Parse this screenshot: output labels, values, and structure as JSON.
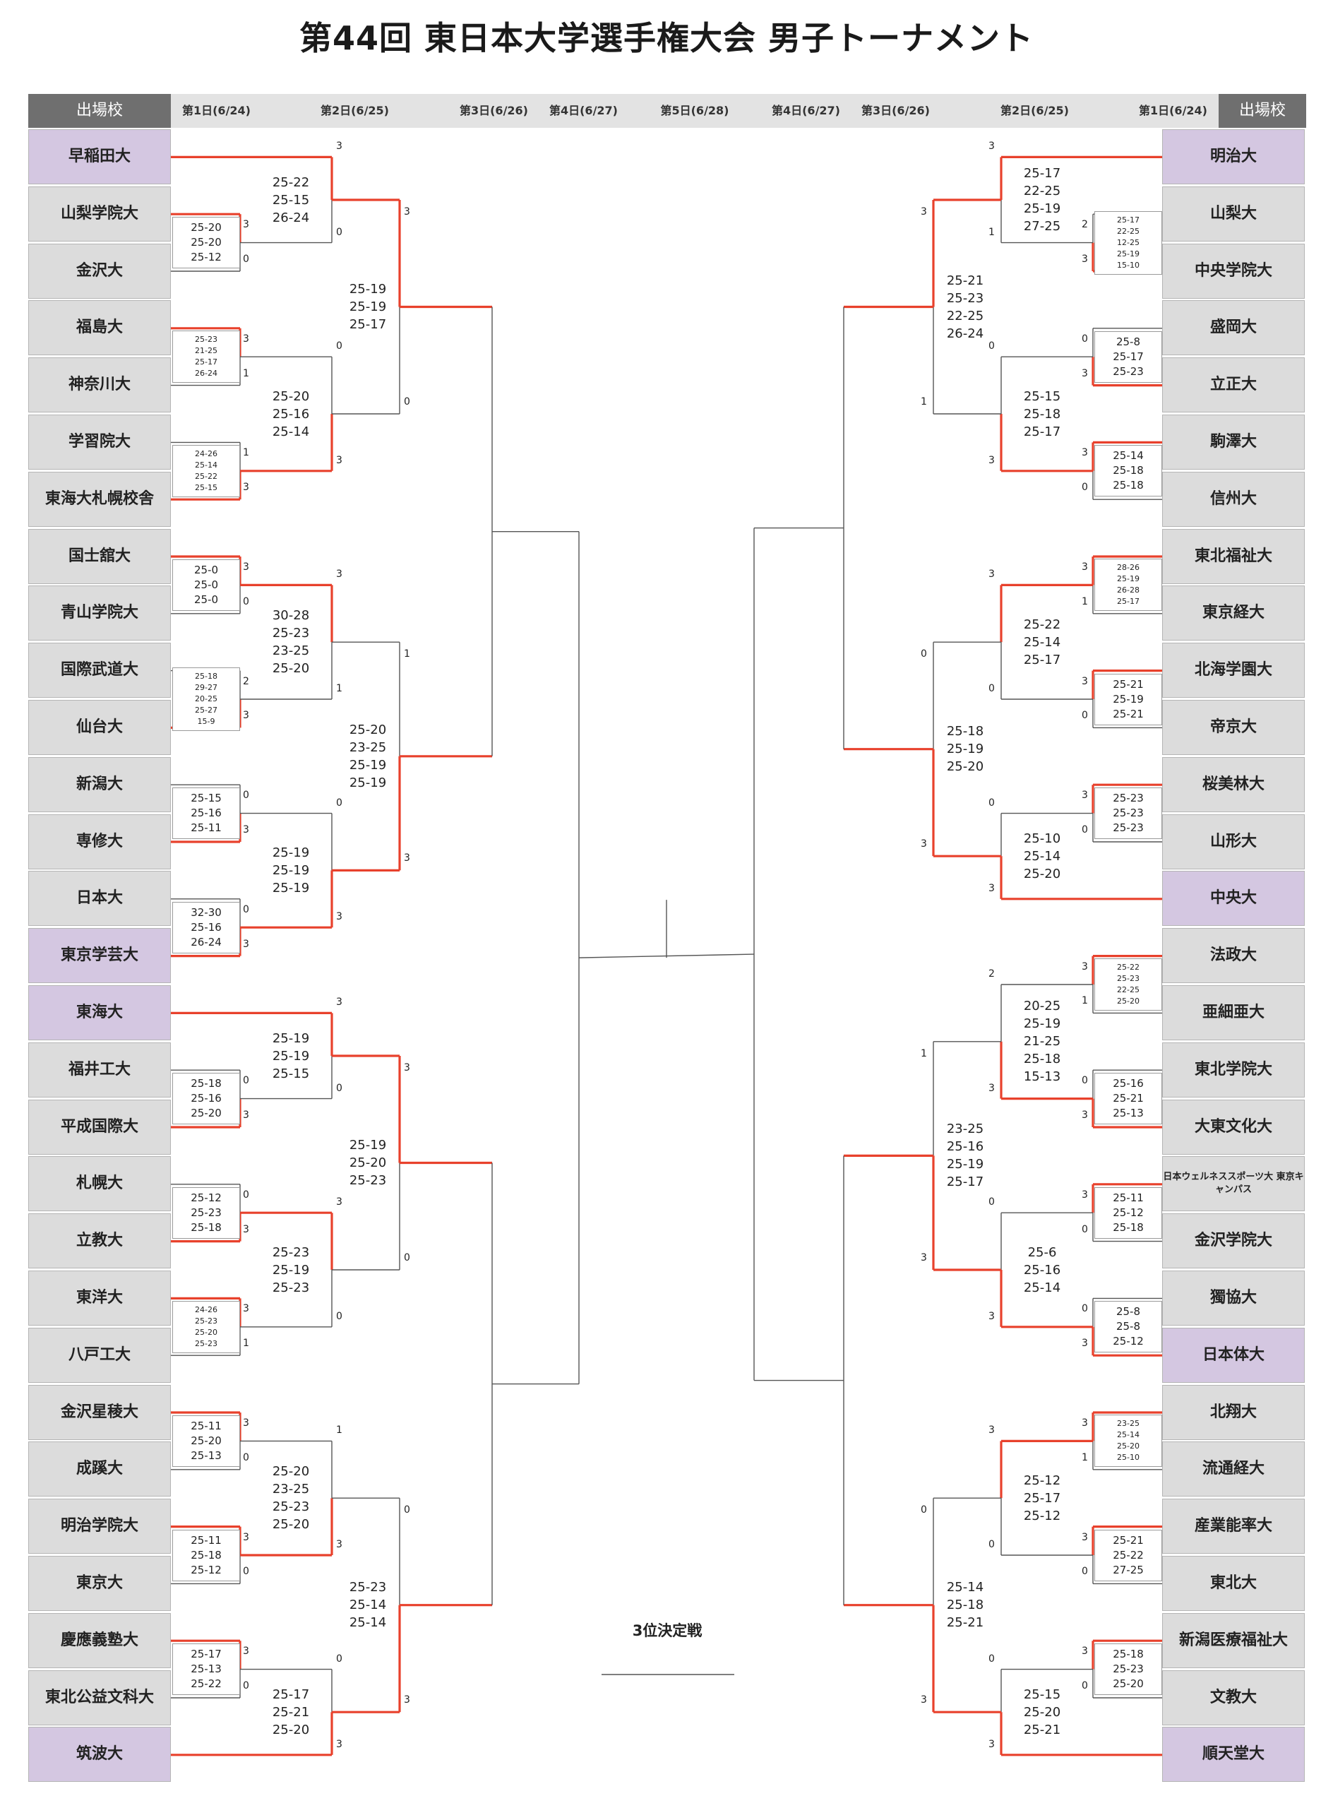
{
  "title": "第44回 東日本大学選手権大会 男子トーナメント",
  "header": {
    "school_label": "出場校",
    "left_rounds": [
      "第1日(6/24)",
      "第2日(6/25)",
      "第3日(6/26)",
      "第4日(6/27)"
    ],
    "center_round": "第5日(6/28)",
    "right_rounds": [
      "第4日(6/27)",
      "第3日(6/26)",
      "第2日(6/25)",
      "第1日(6/24)"
    ]
  },
  "third_place_label": "3位決定戦",
  "colors": {
    "bracket_win": "#e8412c",
    "bracket_line": "#555555",
    "seed_bg": "#d4c7e1",
    "team_bg": "#dcdcdc",
    "header_school_bg": "#6f6f6f"
  },
  "left_teams": [
    {
      "name": "早稲田大",
      "seed": true
    },
    {
      "name": "山梨学院大"
    },
    {
      "name": "金沢大"
    },
    {
      "name": "福島大"
    },
    {
      "name": "神奈川大"
    },
    {
      "name": "学習院大"
    },
    {
      "name": "東海大札幌校舎"
    },
    {
      "name": "国士舘大"
    },
    {
      "name": "青山学院大"
    },
    {
      "name": "国際武道大"
    },
    {
      "name": "仙台大"
    },
    {
      "name": "新潟大"
    },
    {
      "name": "専修大"
    },
    {
      "name": "日本大"
    },
    {
      "name": "東京学芸大",
      "seed": true
    },
    {
      "name": "東海大",
      "seed": true
    },
    {
      "name": "福井工大"
    },
    {
      "name": "平成国際大"
    },
    {
      "name": "札幌大"
    },
    {
      "name": "立教大"
    },
    {
      "name": "東洋大"
    },
    {
      "name": "八戸工大"
    },
    {
      "name": "金沢星稜大"
    },
    {
      "name": "成蹊大"
    },
    {
      "name": "明治学院大"
    },
    {
      "name": "東京大"
    },
    {
      "name": "慶應義塾大"
    },
    {
      "name": "東北公益文科大"
    },
    {
      "name": "筑波大",
      "seed": true
    }
  ],
  "right_teams": [
    {
      "name": "明治大",
      "seed": true
    },
    {
      "name": "山梨大"
    },
    {
      "name": "中央学院大"
    },
    {
      "name": "盛岡大"
    },
    {
      "name": "立正大"
    },
    {
      "name": "駒澤大"
    },
    {
      "name": "信州大"
    },
    {
      "name": "東北福祉大"
    },
    {
      "name": "東京経大"
    },
    {
      "name": "北海学園大"
    },
    {
      "name": "帝京大"
    },
    {
      "name": "桜美林大"
    },
    {
      "name": "山形大"
    },
    {
      "name": "中央大",
      "seed": true
    },
    {
      "name": "法政大"
    },
    {
      "name": "亜細亜大"
    },
    {
      "name": "東北学院大"
    },
    {
      "name": "大東文化大"
    },
    {
      "name": "日本ウェルネススポーツ大 東京キャンパス",
      "small": true
    },
    {
      "name": "金沢学院大"
    },
    {
      "name": "獨協大"
    },
    {
      "name": "日本体大",
      "seed": true
    },
    {
      "name": "北翔大"
    },
    {
      "name": "流通経大"
    },
    {
      "name": "産業能率大"
    },
    {
      "name": "東北大"
    },
    {
      "name": "新潟医療福祉大"
    },
    {
      "name": "文教大"
    },
    {
      "name": "順天堂大",
      "seed": true
    }
  ],
  "left_r1": [
    {
      "slot": 1,
      "scores": [
        "25-20",
        "25-20",
        "25-12"
      ],
      "sets": [
        "3",
        "0"
      ]
    },
    {
      "slot": 3,
      "scores": [
        "25-23",
        "21-25",
        "25-17",
        "26-24"
      ],
      "sets": [
        "3",
        "1"
      ]
    },
    {
      "slot": 5,
      "scores": [
        "24-26",
        "25-14",
        "25-22",
        "25-15"
      ],
      "sets": [
        "1",
        "3"
      ]
    },
    {
      "slot": 7,
      "scores": [
        "25-0",
        "25-0",
        "25-0"
      ],
      "sets": [
        "3",
        "0"
      ]
    },
    {
      "slot": 9,
      "scores": [
        "25-18",
        "29-27",
        "20-25",
        "25-27",
        "15-9"
      ],
      "sets": [
        "2",
        "3"
      ]
    },
    {
      "slot": 11,
      "scores": [
        "25-15",
        "25-16",
        "25-11"
      ],
      "sets": [
        "0",
        "3"
      ]
    },
    {
      "slot": 13,
      "scores": [
        "32-30",
        "25-16",
        "26-24"
      ],
      "sets": [
        "0",
        "3"
      ]
    },
    {
      "slot": 16,
      "scores": [
        "25-18",
        "25-16",
        "25-20"
      ],
      "sets": [
        "0",
        "3"
      ]
    },
    {
      "slot": 18,
      "scores": [
        "25-12",
        "25-23",
        "25-18"
      ],
      "sets": [
        "0",
        "3"
      ]
    },
    {
      "slot": 20,
      "scores": [
        "24-26",
        "25-23",
        "25-20",
        "25-23"
      ],
      "sets": [
        "3",
        "1"
      ]
    },
    {
      "slot": 22,
      "scores": [
        "25-11",
        "25-20",
        "25-13"
      ],
      "sets": [
        "3",
        "0"
      ]
    },
    {
      "slot": 24,
      "scores": [
        "25-11",
        "25-18",
        "25-12"
      ],
      "sets": [
        "3",
        "0"
      ]
    },
    {
      "slot": 26,
      "scores": [
        "25-17",
        "25-13",
        "25-22"
      ],
      "sets": [
        "3",
        "0"
      ]
    }
  ],
  "left_r2": [
    {
      "scores": [
        "25-22",
        "25-15",
        "26-24"
      ],
      "sets": [
        "3",
        "0"
      ]
    },
    {
      "scores": [
        "25-20",
        "25-16",
        "25-14"
      ],
      "sets": [
        "0",
        "3"
      ]
    },
    {
      "scores": [
        "30-28",
        "25-23",
        "23-25",
        "25-20"
      ],
      "sets": [
        "3",
        "1"
      ]
    },
    {
      "scores": [
        "25-19",
        "25-19",
        "25-19"
      ],
      "sets": [
        "0",
        "3"
      ]
    },
    {
      "scores": [
        "25-19",
        "25-19",
        "25-15"
      ],
      "sets": [
        "3",
        "0"
      ]
    },
    {
      "scores": [
        "25-23",
        "25-19",
        "25-23"
      ],
      "sets": [
        "3",
        "0"
      ]
    },
    {
      "scores": [
        "25-20",
        "23-25",
        "25-23",
        "25-20"
      ],
      "sets": [
        "1",
        "3"
      ]
    },
    {
      "scores": [
        "25-17",
        "25-21",
        "25-20"
      ],
      "sets": [
        "0",
        "3"
      ]
    }
  ],
  "left_r3": [
    {
      "scores": [
        "25-19",
        "25-19",
        "25-17"
      ],
      "sets": [
        "3",
        "0"
      ]
    },
    {
      "scores": [
        "25-20",
        "23-25",
        "25-19",
        "25-19"
      ],
      "sets": [
        "1",
        "3"
      ]
    },
    {
      "scores": [
        "25-19",
        "25-20",
        "25-23"
      ],
      "sets": [
        "3",
        "0"
      ]
    },
    {
      "scores": [
        "25-23",
        "25-14",
        "25-14"
      ],
      "sets": [
        "0",
        "3"
      ]
    }
  ],
  "right_r1": [
    {
      "slot": 1,
      "scores": [
        "25-17",
        "22-25",
        "12-25",
        "25-19",
        "15-10"
      ],
      "sets": [
        "2",
        "3"
      ]
    },
    {
      "slot": 3,
      "scores": [
        "25-8",
        "25-17",
        "25-23"
      ],
      "sets": [
        "0",
        "3"
      ]
    },
    {
      "slot": 5,
      "scores": [
        "25-14",
        "25-18",
        "25-18"
      ],
      "sets": [
        "3",
        "0"
      ]
    },
    {
      "slot": 7,
      "scores": [
        "28-26",
        "25-19",
        "26-28",
        "25-17"
      ],
      "sets": [
        "3",
        "1"
      ]
    },
    {
      "slot": 9,
      "scores": [
        "25-21",
        "25-19",
        "25-21"
      ],
      "sets": [
        "3",
        "0"
      ]
    },
    {
      "slot": 11,
      "scores": [
        "25-23",
        "25-23",
        "25-23"
      ],
      "sets": [
        "3",
        "0"
      ]
    },
    {
      "slot": 14,
      "scores": [
        "25-22",
        "25-23",
        "22-25",
        "25-20"
      ],
      "sets": [
        "3",
        "1"
      ]
    },
    {
      "slot": 16,
      "scores": [
        "25-16",
        "25-21",
        "25-13"
      ],
      "sets": [
        "0",
        "3"
      ]
    },
    {
      "slot": 18,
      "scores": [
        "25-11",
        "25-12",
        "25-18"
      ],
      "sets": [
        "3",
        "0"
      ]
    },
    {
      "slot": 20,
      "scores": [
        "25-8",
        "25-8",
        "25-12"
      ],
      "sets": [
        "0",
        "3"
      ]
    },
    {
      "slot": 22,
      "scores": [
        "23-25",
        "25-14",
        "25-20",
        "25-10"
      ],
      "sets": [
        "3",
        "1"
      ]
    },
    {
      "slot": 24,
      "scores": [
        "25-21",
        "25-22",
        "27-25"
      ],
      "sets": [
        "3",
        "0"
      ]
    },
    {
      "slot": 26,
      "scores": [
        "25-18",
        "25-23",
        "25-20"
      ],
      "sets": [
        "3",
        "0"
      ]
    }
  ],
  "right_r2": [
    {
      "scores": [
        "25-17",
        "22-25",
        "25-19",
        "27-25"
      ],
      "sets": [
        "3",
        "1"
      ]
    },
    {
      "scores": [
        "25-15",
        "25-18",
        "25-17"
      ],
      "sets": [
        "0",
        "3"
      ]
    },
    {
      "scores": [
        "25-22",
        "25-14",
        "25-17"
      ],
      "sets": [
        "3",
        "0"
      ]
    },
    {
      "scores": [
        "25-10",
        "25-14",
        "25-20"
      ],
      "sets": [
        "0",
        "3"
      ]
    },
    {
      "scores": [
        "20-25",
        "25-19",
        "21-25",
        "25-18",
        "15-13"
      ],
      "sets": [
        "2",
        "3"
      ]
    },
    {
      "scores": [
        "25-6",
        "25-16",
        "25-14"
      ],
      "sets": [
        "0",
        "3"
      ]
    },
    {
      "scores": [
        "25-12",
        "25-17",
        "25-12"
      ],
      "sets": [
        "3",
        "0"
      ]
    },
    {
      "scores": [
        "25-15",
        "25-20",
        "25-21"
      ],
      "sets": [
        "0",
        "3"
      ]
    }
  ],
  "right_r3": [
    {
      "scores": [
        "25-21",
        "25-23",
        "22-25",
        "26-24"
      ],
      "sets": [
        "3",
        "1"
      ]
    },
    {
      "scores": [
        "25-18",
        "25-19",
        "25-20"
      ],
      "sets": [
        "0",
        "3"
      ]
    },
    {
      "scores": [
        "23-25",
        "25-16",
        "25-19",
        "25-17"
      ],
      "sets": [
        "1",
        "3"
      ]
    },
    {
      "scores": [
        "25-14",
        "25-18",
        "25-21"
      ],
      "sets": [
        "0",
        "3"
      ]
    }
  ]
}
